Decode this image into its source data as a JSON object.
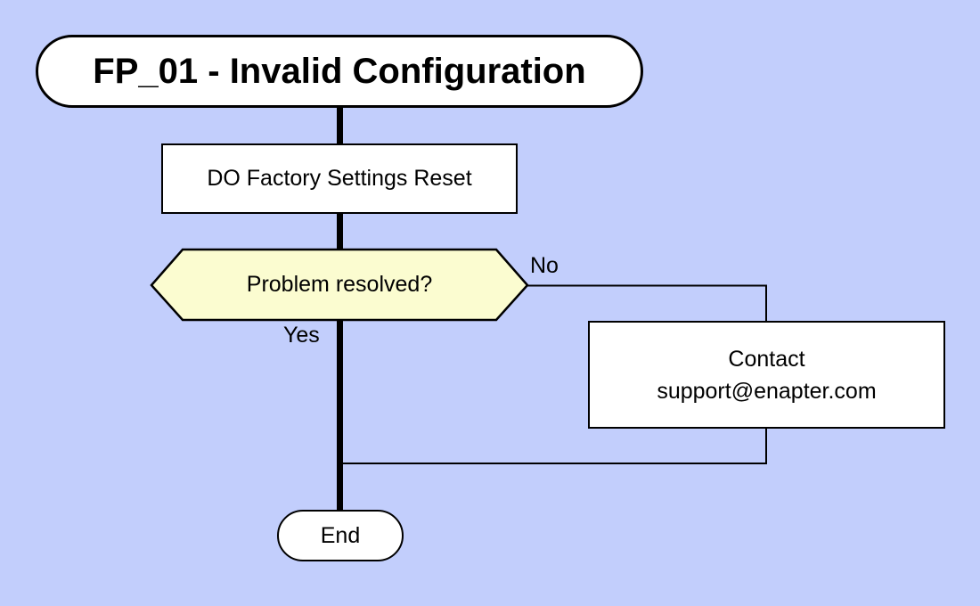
{
  "diagram": {
    "title": "FP_01 - Invalid Configuration",
    "nodes": {
      "start": {
        "type": "terminator",
        "label": "FP_01 - Invalid Configuration"
      },
      "process": {
        "type": "process",
        "label": "DO Factory Settings Reset"
      },
      "decision": {
        "type": "decision",
        "label": "Problem resolved?"
      },
      "contact": {
        "type": "process",
        "line1": "Contact",
        "line2": "support@enapter.com"
      },
      "end": {
        "type": "terminator",
        "label": "End"
      }
    },
    "edges": [
      {
        "from": "start",
        "to": "process",
        "label": ""
      },
      {
        "from": "process",
        "to": "decision",
        "label": ""
      },
      {
        "from": "decision",
        "to": "contact",
        "label": "No"
      },
      {
        "from": "decision",
        "to": "end",
        "label": "Yes"
      },
      {
        "from": "contact",
        "to": "end",
        "label": ""
      }
    ],
    "colors": {
      "background": "#c2cefc",
      "node_fill": "#ffffff",
      "decision_fill": "#fbfcd0",
      "stroke": "#000000"
    }
  }
}
